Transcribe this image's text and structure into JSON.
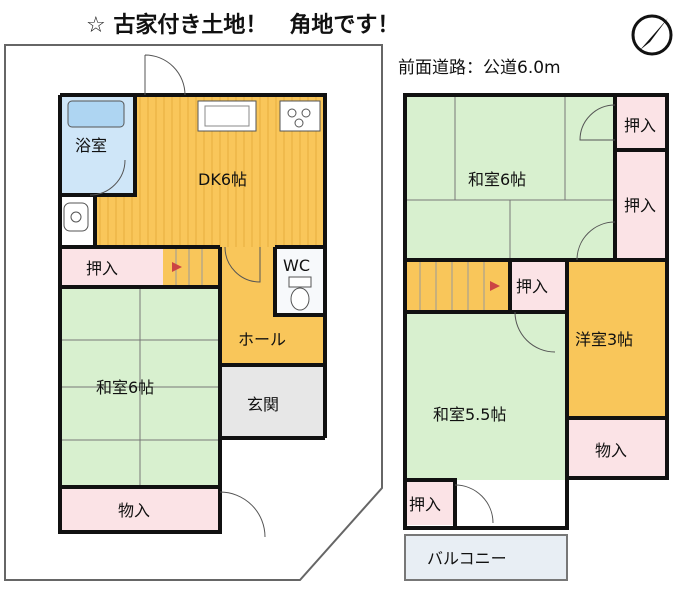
{
  "title": "☆ 古家付き土地！　角地です！",
  "road": "前面道路：公道6.0m",
  "colors": {
    "wood": "#f9c65a",
    "tatami": "#d8f0cf",
    "storage": "#fbe3e6",
    "bath": "#cfe6f8",
    "entry": "#e7e7e7",
    "balcony": "#e8eef4",
    "wall": "#111111"
  },
  "icons": [
    "compass-icon",
    "sink-icon",
    "stove-icon",
    "toilet-icon",
    "washbasin-icon",
    "stairs-icon",
    "bathtub-icon"
  ],
  "floor1": {
    "bath": "浴室",
    "dk": "DK6帖",
    "oshiire_left": "押入",
    "wc": "WC",
    "hall": "ホール",
    "washitsu": "和室6帖",
    "genkan": "玄関",
    "mono": "物入"
  },
  "floor2": {
    "washitsu6": "和室6帖",
    "oshiire_1": "押入",
    "oshiire_2": "押入",
    "oshiire_mid": "押入",
    "youshitsu": "洋室3帖",
    "washitsu55": "和室5.5帖",
    "mono": "物入",
    "oshiire_bottom": "押入",
    "balcony": "バルコニー"
  }
}
